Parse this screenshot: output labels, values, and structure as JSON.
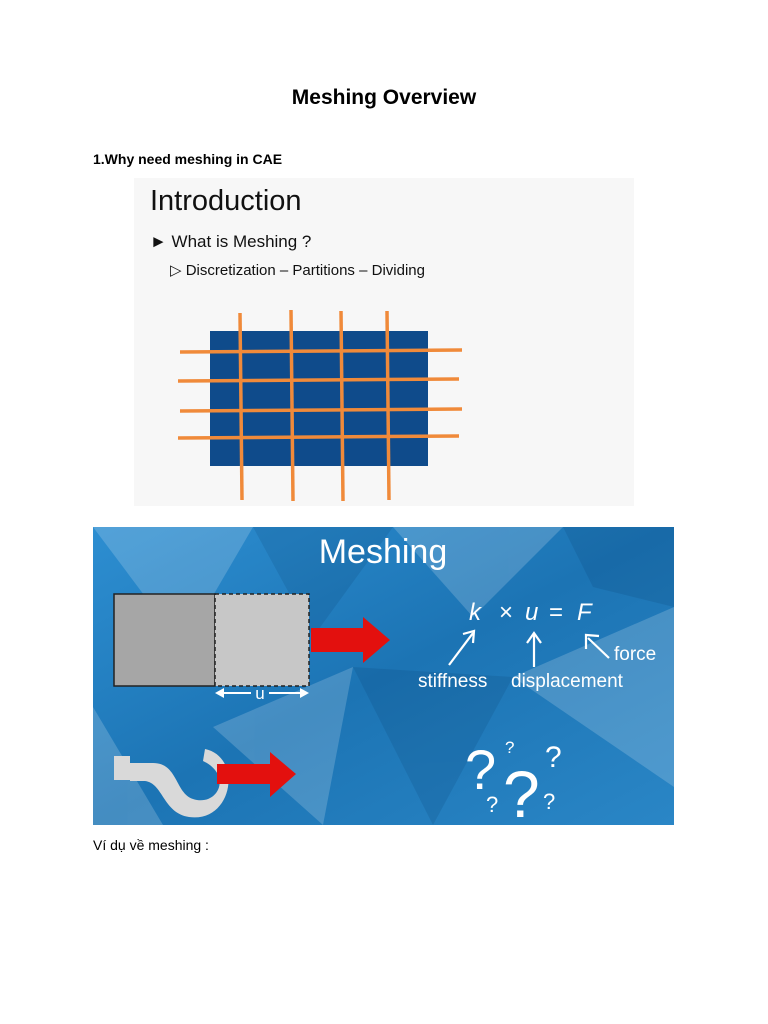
{
  "page": {
    "title": "Meshing Overview",
    "section_heading": "1.Why need meshing in CAE",
    "caption": "Ví dụ về meshing :"
  },
  "slide_intro": {
    "title": "Introduction",
    "bullet": "► What is Meshing ?",
    "sub_bullet": "▷ Discretization – Partitions – Dividing",
    "colors": {
      "block": "#0f4b8b",
      "grid_lines": "#f08a3a",
      "background": "#f7f7f7"
    }
  },
  "slide_meshing": {
    "title": "Meshing",
    "equation": {
      "k": "k",
      "times": "×",
      "u": "u",
      "equals": "=",
      "F": "F"
    },
    "labels": {
      "stiffness": "stiffness",
      "displacement": "displacement",
      "force": "force",
      "u_dimension": "u"
    },
    "question_marks": [
      "?",
      "?",
      "?",
      "?",
      "?",
      "?"
    ],
    "colors": {
      "background": "#1f7fbf",
      "arrow": "#e3100e",
      "block_dark": "#a6a6a6",
      "block_light": "#c7c7c7",
      "hook": "#d9d9d9"
    }
  }
}
